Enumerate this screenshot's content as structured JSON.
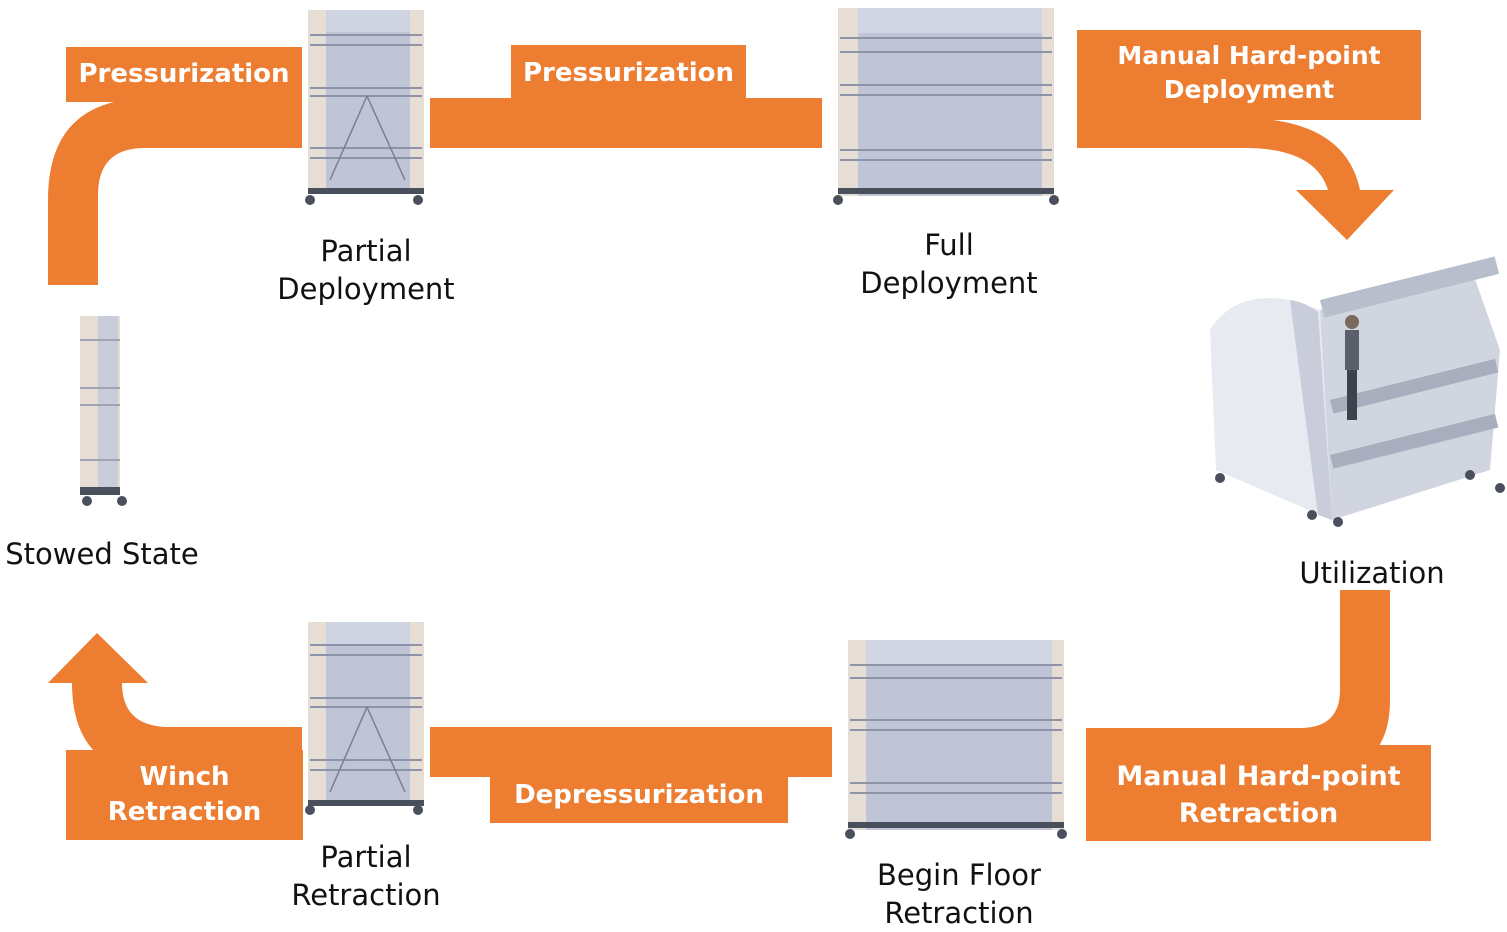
{
  "colors": {
    "arrow": "#ED7D31",
    "frame": "#E6DED4",
    "panel": "#BFC4D6",
    "panel_dark": "#8E94A8",
    "wheel": "#4A4F5C"
  },
  "stages": {
    "stowed": {
      "line1": "Stowed State"
    },
    "partial_deployment": {
      "line1": "Partial",
      "line2": "Deployment"
    },
    "full_deployment": {
      "line1": "Full",
      "line2": "Deployment"
    },
    "utilization": {
      "line1": "Utilization"
    },
    "begin_floor_retraction": {
      "line1": "Begin Floor",
      "line2": "Retraction"
    },
    "partial_retraction": {
      "line1": "Partial",
      "line2": "Retraction"
    }
  },
  "transitions": {
    "pressurization_1": {
      "line1": "Pressurization"
    },
    "pressurization_2": {
      "line1": "Pressurization"
    },
    "manual_deploy": {
      "line1": "Manual Hard-point",
      "line2": "Deployment"
    },
    "manual_retract": {
      "line1": "Manual Hard-point",
      "line2": "Retraction"
    },
    "depressurization": {
      "line1": "Depressurization"
    },
    "winch_retraction": {
      "line1": "Winch",
      "line2": "Retraction"
    }
  }
}
